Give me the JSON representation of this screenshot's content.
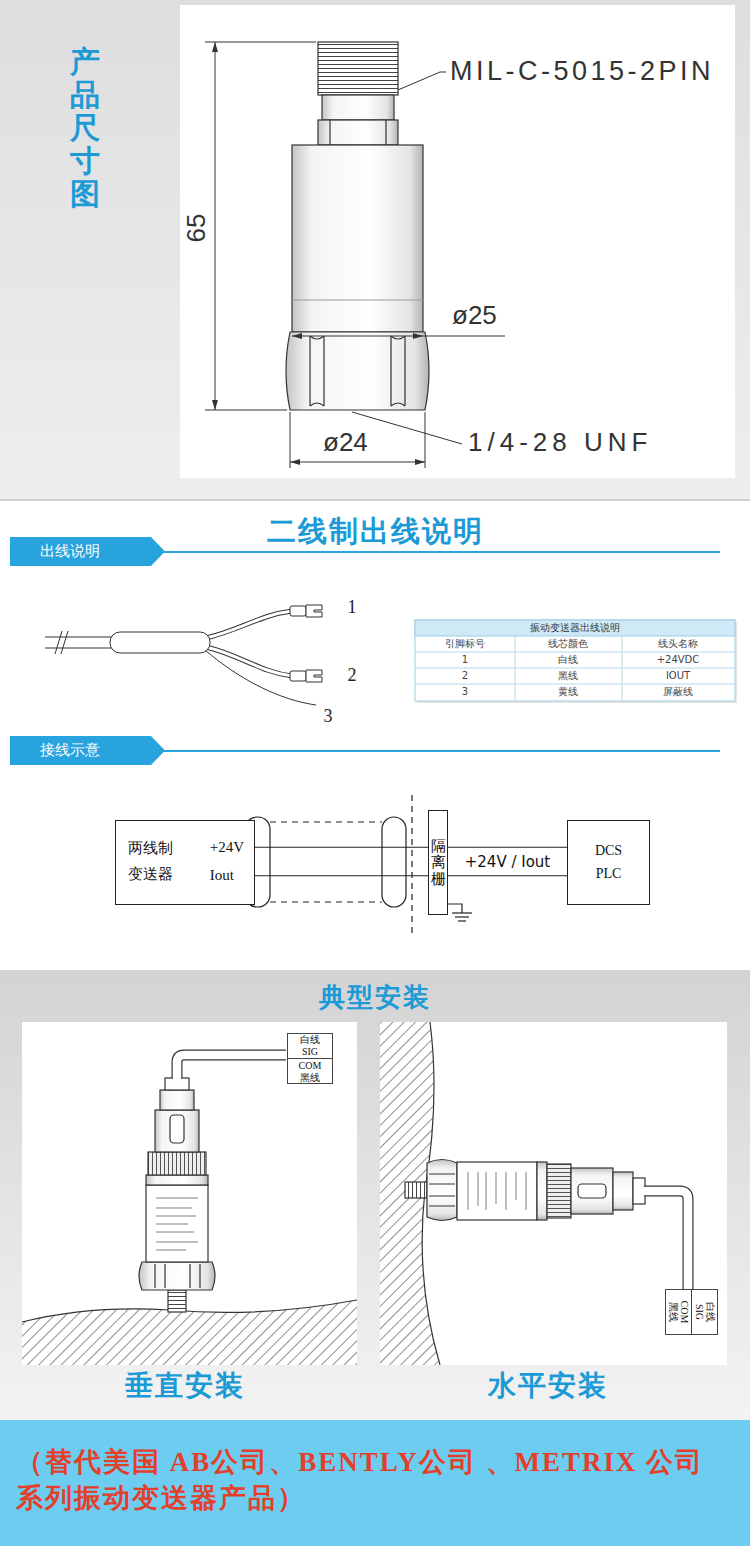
{
  "diagram": {
    "nodes": [
      {
        "text": [
          "出线说明"
        ]
      },
      {
        "text": [
          "接线示意"
        ]
      },
      {
        "text": [
          "两线制 变送器",
          "+24V",
          "Iout"
        ]
      },
      {
        "text": [
          "隔离栅"
        ]
      },
      {
        "text": [
          "DCS PLC"
        ]
      },
      {
        "text": [
          "白线 SIG",
          "COM 黑线"
        ]
      },
      {
        "text": [
          "白线 SIG",
          "COM 黑线"
        ]
      },
      {
        "text": [
          "（替代美国 AB公司、BENTLY公司 、METRIX 公司 系列振动变送器产品）"
        ]
      }
    ],
    "edges": [
      {
        "from": 2,
        "to": 3,
        "arrow": "none"
      },
      {
        "from": 2,
        "to": 3,
        "arrow": "none"
      },
      {
        "from": 3,
        "to": 4,
        "arrow": "none",
        "label": "+24V / Iout"
      },
      {
        "from": 3,
        "to": 4,
        "arrow": "none"
      }
    ],
    "labels": [
      "产品尺寸图",
      "MIL-C-5015-2PIN",
      "65",
      "ø25",
      "ø24",
      "1/4-28 UNF",
      "二线制出线说明",
      "1",
      "2",
      "3",
      "振动变送器出线说明",
      "引脚标号",
      "线芯颜色",
      "线头名称",
      "1",
      "白线",
      "+24VDC",
      "2",
      "黑线",
      "IOUT",
      "3",
      "黄线",
      "屏蔽线",
      "典型安装",
      "垂直安装",
      "水平安装"
    ]
  }
}
